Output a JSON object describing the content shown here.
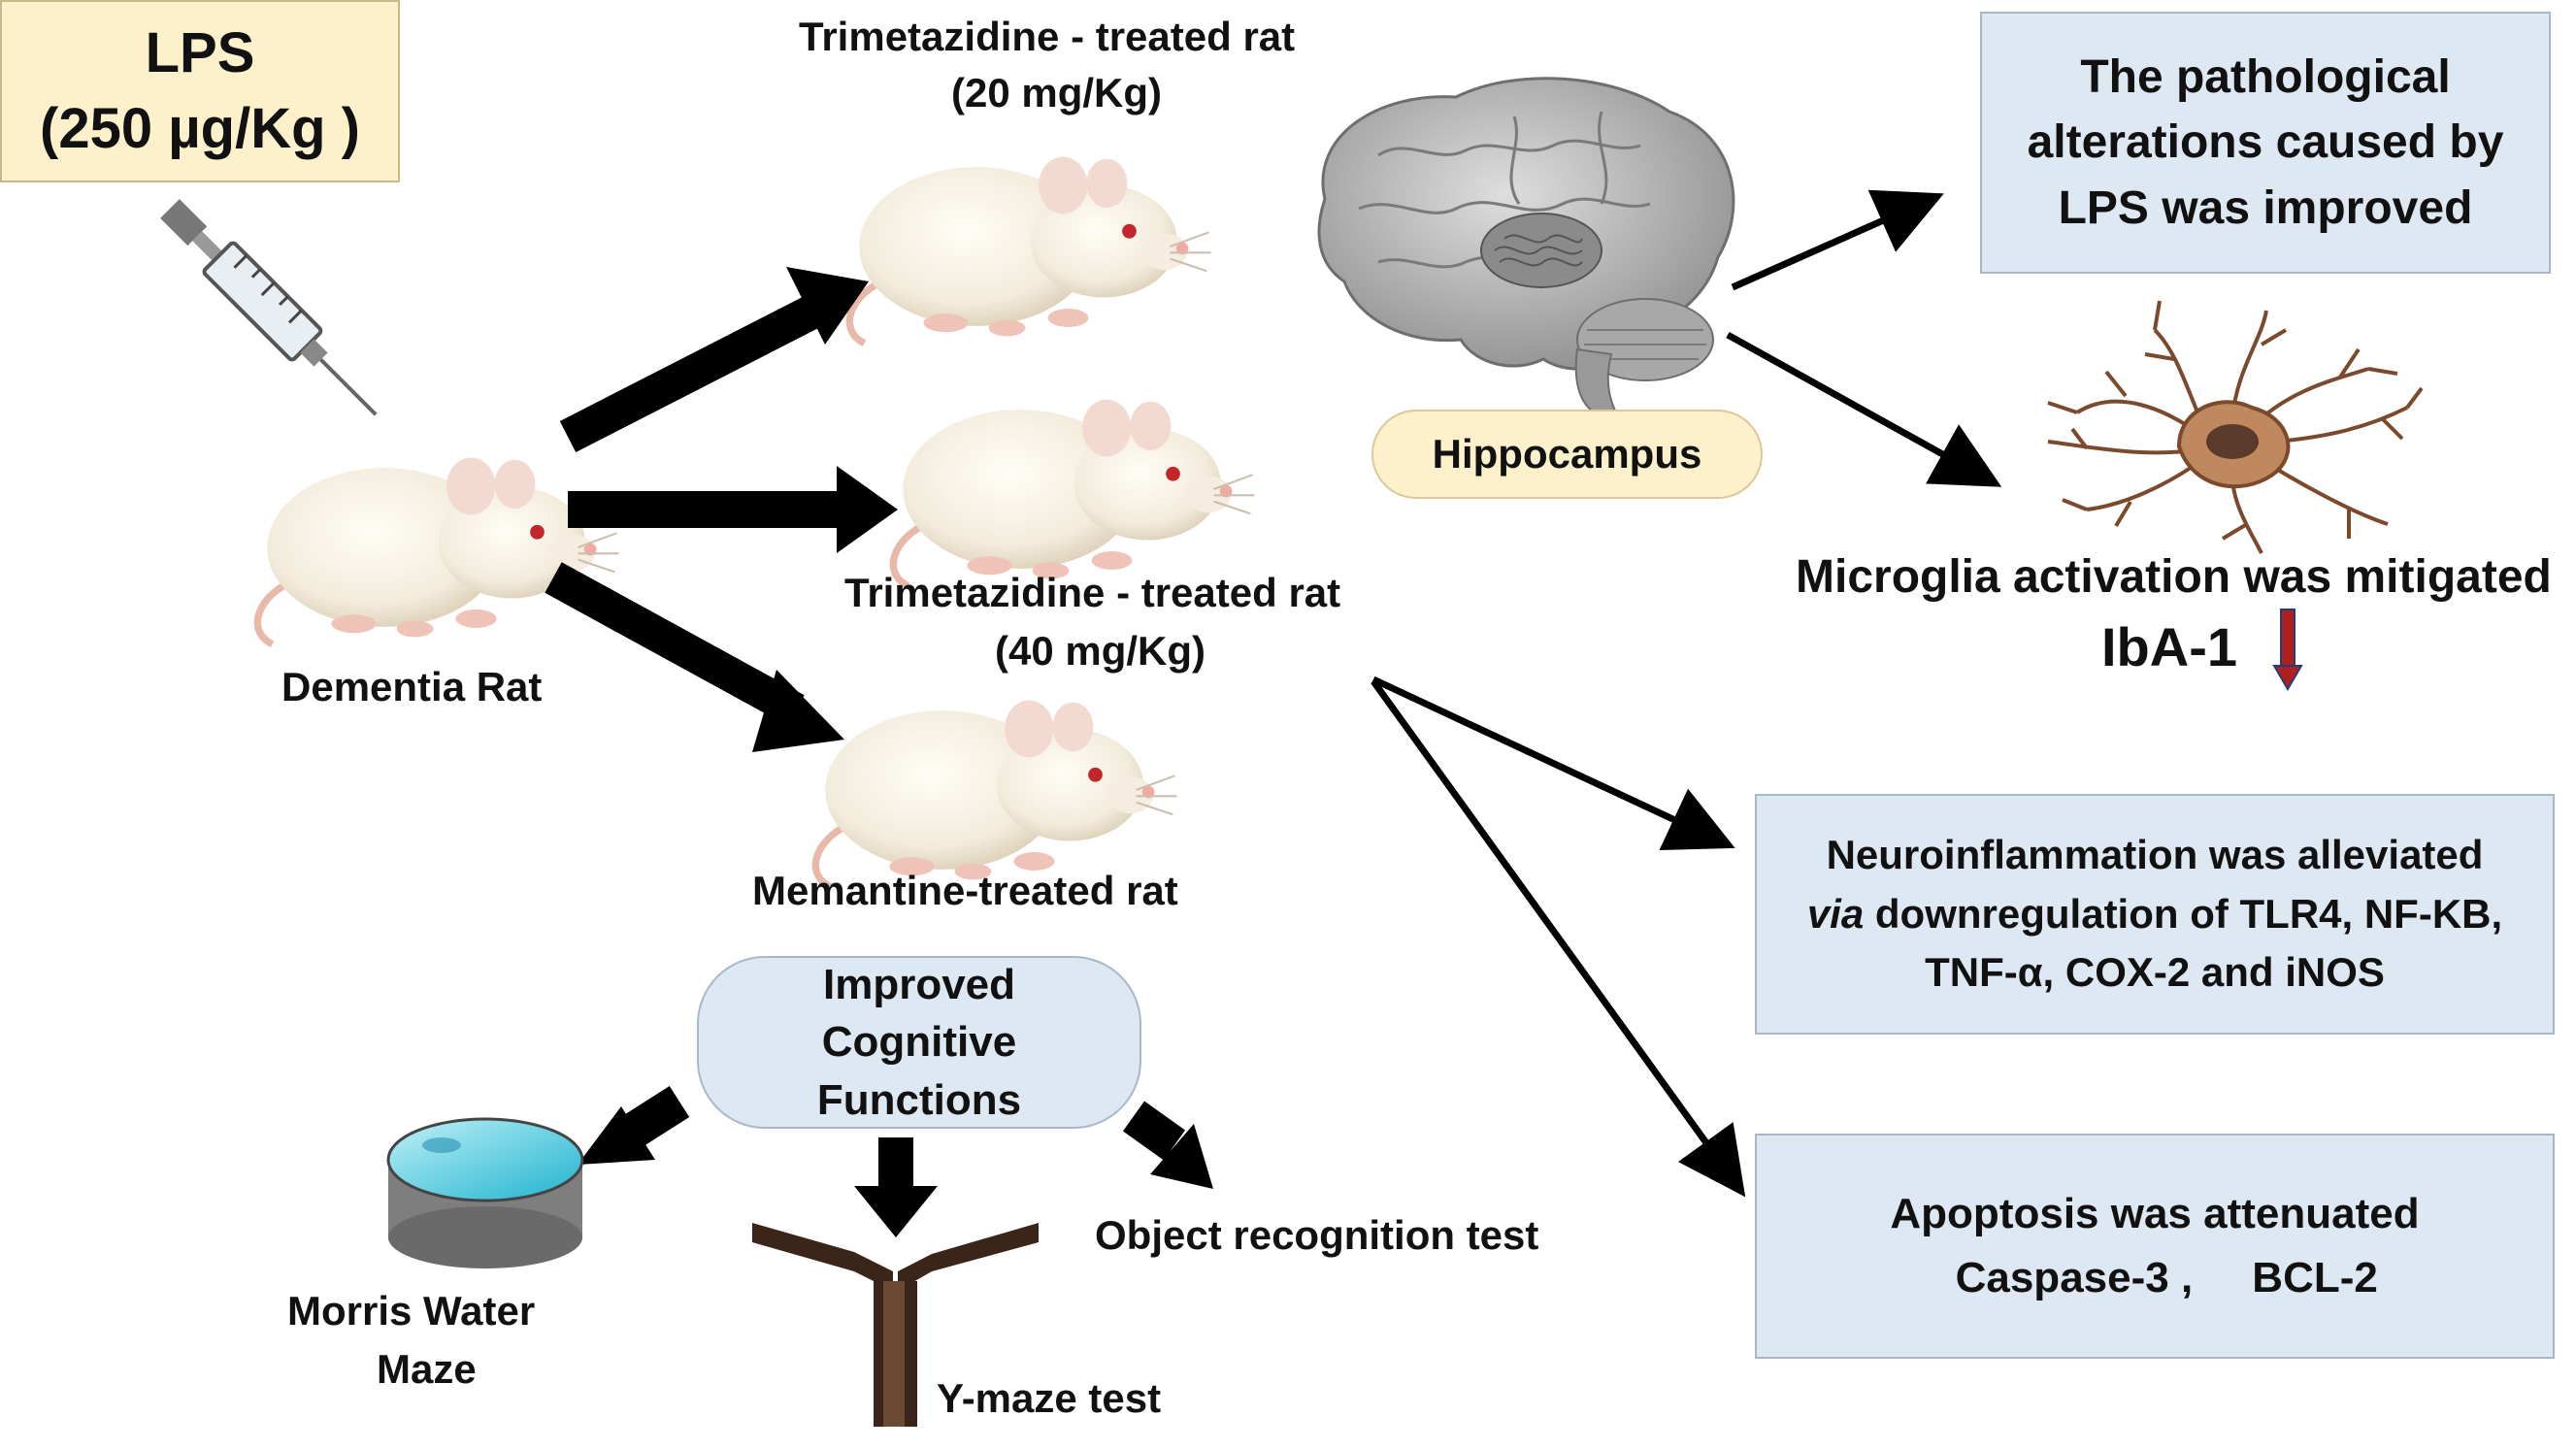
{
  "lps": {
    "line1": "LPS",
    "line2": "(250 µg/Kg )"
  },
  "rats": {
    "dementia": "Dementia Rat",
    "tmz20_line1": "Trimetazidine - treated rat",
    "tmz20_line2": "(20 mg/Kg)",
    "tmz40_line1": "Trimetazidine - treated rat",
    "tmz40_line2": "(40 mg/Kg)",
    "memantine": "Memantine-treated rat"
  },
  "brain": {
    "region": "Hippocampus"
  },
  "outcomes": {
    "pathology": [
      "The pathological",
      "alterations caused by",
      "LPS was improved"
    ],
    "microglia": "Microglia activation was mitigated",
    "iba1": "IbA-1",
    "neuroinflammation_line1": "Neuroinflammation was alleviated",
    "neuroinflammation_via": "via",
    "neuroinflammation_line2_rest": " downregulation of TLR4, NF-KB,",
    "neuroinflammation_line3": "TNF-α, COX-2 and iNOS",
    "apoptosis_line1": "Apoptosis was attenuated",
    "caspase": "Caspase-3 ,",
    "bcl2": "BCL-2"
  },
  "cognitive": {
    "lines": [
      "Improved",
      "Cognitive",
      "Functions"
    ],
    "morris_line1": "Morris Water",
    "morris_line2": "Maze",
    "ymaze": "Y-maze test",
    "object": "Object recognition test"
  },
  "colors": {
    "lps_fill": "#fdf1cc",
    "box_fill": "#dde8f3",
    "down_arrow": "#b01e1e",
    "up_arrow": "#b01e1e"
  }
}
